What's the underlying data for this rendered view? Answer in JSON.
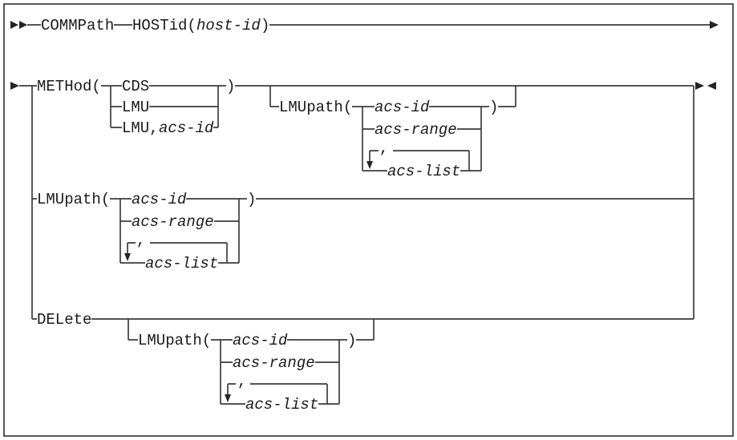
{
  "colors": {
    "line": "#3d3d3d",
    "text": "#1b1b1b",
    "arrow": "#242424",
    "border": "#454545",
    "background": "#ffffff"
  },
  "tokens": {
    "commpath": "COMMPath",
    "hostid_open": "HOSTid(",
    "host_id": "host-id",
    "close_paren": ")",
    "method_open": "METHod(",
    "cds": "CDS",
    "lmu": "LMU",
    "lmu_comma": "LMU,",
    "acs_id": "acs-id",
    "lmupath_open": "LMUpath(",
    "acs_range": "acs-range",
    "acs_list": "acs-list",
    "comma": ",",
    "delete": "DELete"
  },
  "syntax": {
    "command": "COMMPath HOSTid(host-id)",
    "alternatives": [
      "METHod( CDS | LMU | LMU,acs-id ) [ LMUpath( acs-id | acs-range | acs-list,... ) ]",
      "LMUpath( acs-id | acs-range | acs-list,... )",
      "DELete [ LMUpath( acs-id | acs-range | acs-list,... ) ]"
    ],
    "repeat_separator": ","
  }
}
